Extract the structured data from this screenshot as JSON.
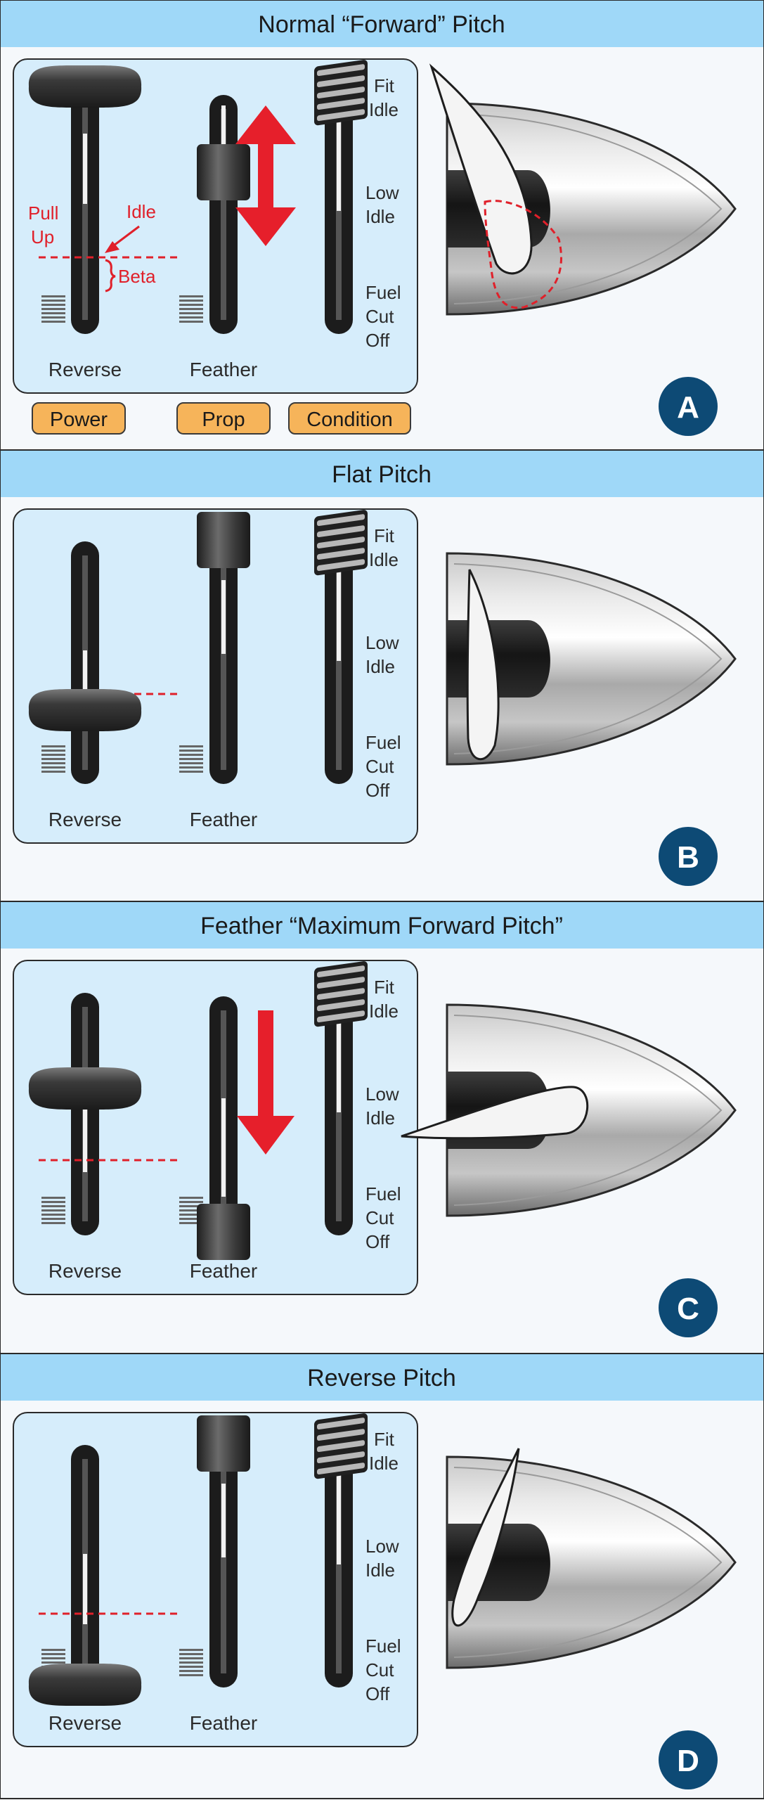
{
  "colors": {
    "header_bg": "#9fd8f8",
    "panel_bg": "#f5f8fb",
    "console_bg": "#d6edfb",
    "badge_bg": "#0d4a75",
    "pill_bg": "#f6b45a",
    "arrow_red": "#e61f2b",
    "annotation_red": "#e0202a"
  },
  "labels": {
    "reverse": "Reverse",
    "feather": "Feather",
    "fit": "Fit",
    "idle": "Idle",
    "low": "Low",
    "fuel": "Fuel",
    "cut": "Cut",
    "off": "Off"
  },
  "annotations": {
    "pull": "Pull",
    "up": "Up",
    "idle": "Idle",
    "beta": "Beta"
  },
  "levers": {
    "power": "Power",
    "prop": "Prop",
    "condition": "Condition"
  },
  "panels": [
    {
      "title": "Normal “Forward” Pitch",
      "badge": "A",
      "power_position": "idle",
      "prop_position": "mid",
      "prop_arrow": "up-down",
      "blade": "forward"
    },
    {
      "title": "Flat Pitch",
      "badge": "B",
      "power_position": "beta",
      "prop_position": "top",
      "prop_arrow": "none",
      "blade": "flat"
    },
    {
      "title": "Feather “Maximum Forward Pitch”",
      "badge": "C",
      "power_position": "mid",
      "prop_position": "bottom",
      "prop_arrow": "down",
      "blade": "feather"
    },
    {
      "title": "Reverse Pitch",
      "badge": "D",
      "power_position": "bottom",
      "prop_position": "top",
      "prop_arrow": "none",
      "blade": "reverse"
    }
  ]
}
